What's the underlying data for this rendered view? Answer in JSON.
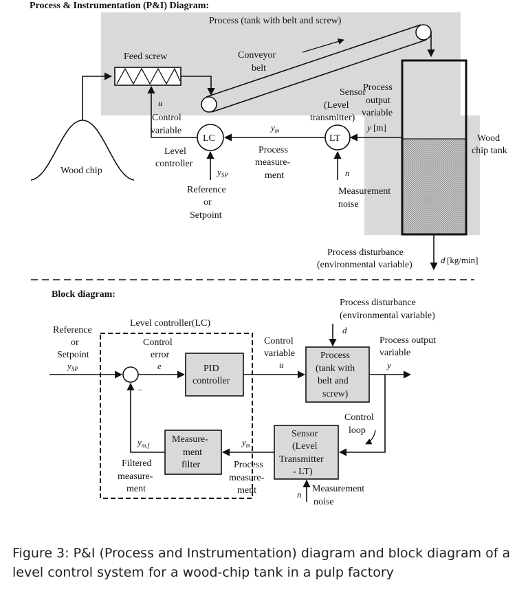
{
  "pi": {
    "heading": "Process & Instrumentation  (P&I) Diagram:",
    "process_label": "Process (tank with belt and screw)",
    "feed_screw": "Feed screw",
    "conveyor": [
      "Conveyor",
      "belt"
    ],
    "u": "u",
    "control_variable": [
      "Control",
      "variable"
    ],
    "lc": "LC",
    "lt": "LT",
    "ym": "y",
    "ym_sub": "m",
    "level_controller": [
      "Level",
      "controller"
    ],
    "ysp": "y",
    "ysp_sub": "SP",
    "reference": [
      "Reference",
      "or",
      "Setpoint"
    ],
    "process_measurement": [
      "Process",
      "measure-",
      "ment"
    ],
    "sensor": [
      "Sensor",
      "(Level",
      "transmitter)"
    ],
    "process_output": [
      "Process",
      "output",
      "variable"
    ],
    "y_unit_var": "y",
    "y_unit": "[m]",
    "wood_chip_tank": [
      "Wood",
      "chip tank"
    ],
    "wood_chip": "Wood chip",
    "n": "n",
    "measurement_noise": [
      "Measurement",
      "noise"
    ],
    "disturbance": [
      "Process disturbance",
      "(environmental variable)"
    ],
    "d_var": "d",
    "d_unit": "[kg/min]"
  },
  "block": {
    "heading": "Block diagram:",
    "reference": [
      "Reference",
      "or",
      "Setpoint"
    ],
    "ysp": "y",
    "ysp_sub": "SP",
    "level_controller": "Level controller(LC)",
    "control_error": [
      "Control",
      "error"
    ],
    "e": "e",
    "minus": "−",
    "pid": [
      "PID",
      "controller"
    ],
    "control_variable": [
      "Control",
      "variable"
    ],
    "u": "u",
    "disturbance": [
      "Process disturbance",
      "(environmental variable)"
    ],
    "d": "d",
    "process": [
      "Process",
      "(tank with",
      "belt and",
      "screw)"
    ],
    "output": [
      "Process output",
      "variable"
    ],
    "y": "y",
    "control_loop": [
      "Control",
      "loop"
    ],
    "sensor": [
      "Sensor",
      "(Level",
      "Transmitter",
      "- LT)"
    ],
    "ymf": "y",
    "ymf_sub": "m,f",
    "filter": [
      "Measure-",
      "ment",
      "filter"
    ],
    "ym": "y",
    "ym_sub": "m",
    "filtered": [
      "Filtered",
      "measure-",
      "ment"
    ],
    "process_measurement": [
      "Process",
      "measure-",
      "ment"
    ],
    "n": "n",
    "measurement_noise": [
      "Measurement",
      "noise"
    ]
  },
  "caption": [
    "Figure 3: P&I (Process and Instrumentation) diagram and block diagram of a",
    "level control system for a wood-chip tank in a pulp factory"
  ]
}
